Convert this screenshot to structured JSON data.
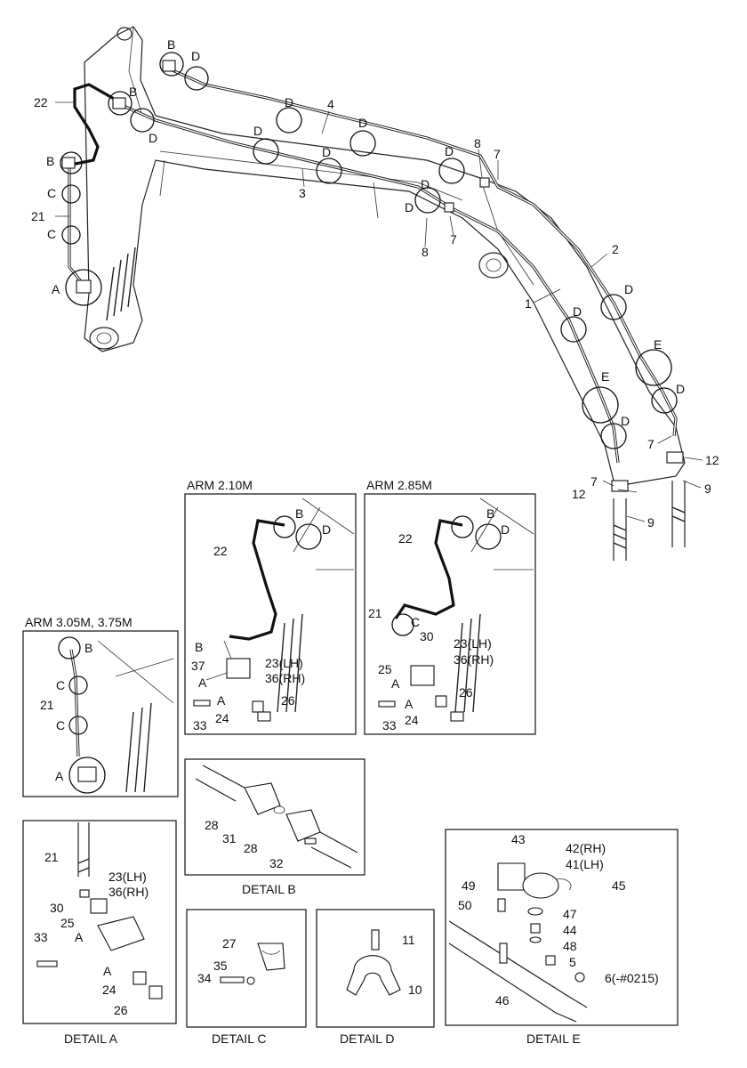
{
  "inset_titles": {
    "arm_210": "ARM 2.10M",
    "arm_285": "ARM 2.85M",
    "arm_305": "ARM 3.05M, 3.75M"
  },
  "details": {
    "a": "DETAIL  A",
    "b": "DETAIL  B",
    "c": "DETAIL  C",
    "d": "DETAIL  D",
    "e": "DETAIL  E"
  },
  "callouts": {
    "main": {
      "B1": "B",
      "D1": "D",
      "B2": "B",
      "D2": "D",
      "B3": "B",
      "C1": "C",
      "C2": "C",
      "A1": "A",
      "D3": "D",
      "D4": "D",
      "D5": "D",
      "D6": "D",
      "D7": "D",
      "D8": "D",
      "D9": "D",
      "D10": "D",
      "D11": "D",
      "D12": "D",
      "D13": "D",
      "E1": "E",
      "E2": "E",
      "n22": "22",
      "n21": "21",
      "n4": "4",
      "n3": "3",
      "n8a": "8",
      "n7a": "7",
      "n8b": "8",
      "n7b": "7",
      "n2": "2",
      "n1": "1",
      "n7c": "7",
      "n12a": "12",
      "n9a": "9",
      "n7d": "7",
      "n12b": "12",
      "n9b": "9"
    },
    "arm210": {
      "B": "B",
      "D": "D",
      "n22": "22",
      "B2": "B",
      "n37": "37",
      "A1": "A",
      "n23": "23(LH)",
      "n36": "36(RH)",
      "A2": "A",
      "n33": "33",
      "n24": "24",
      "n26": "26"
    },
    "arm285": {
      "B": "B",
      "D": "D",
      "n22": "22",
      "n21": "21",
      "C": "C",
      "n30": "30",
      "n23": "23(LH)",
      "n36": "36(RH)",
      "n25": "25",
      "A1": "A",
      "n26": "26",
      "A2": "A",
      "n33": "33",
      "n24": "24"
    },
    "arm305": {
      "B": "B",
      "C1": "C",
      "n21": "21",
      "C2": "C",
      "A": "A"
    },
    "detailA": {
      "n21": "21",
      "n23": "23(LH)",
      "n36": "36(RH)",
      "n30": "30",
      "n25": "25",
      "A1": "A",
      "n33": "33",
      "A2": "A",
      "n24": "24",
      "n26": "26"
    },
    "detailB": {
      "n28a": "28",
      "n31": "31",
      "n28b": "28",
      "n32": "32"
    },
    "detailC": {
      "n27": "27",
      "n35": "35",
      "n34": "34"
    },
    "detailD": {
      "n11": "11",
      "n10": "10"
    },
    "detailE": {
      "n43": "43",
      "n42": "42(RH)",
      "n41": "41(LH)",
      "n49": "49",
      "n45": "45",
      "n50": "50",
      "n47": "47",
      "n44": "44",
      "n48": "48",
      "n5": "5",
      "n6": "6(-#0215)",
      "n46": "46"
    }
  }
}
